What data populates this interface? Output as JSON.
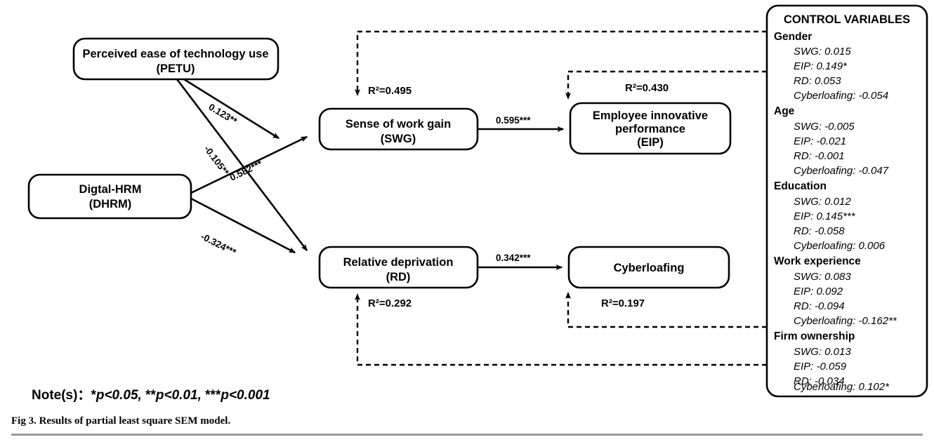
{
  "figure": {
    "caption": "Fig 3.  Results of partial least square SEM model.",
    "note_label": "Note(s)：",
    "note_sig1_stars": "*",
    "note_sig1_text": "p<0.05, ",
    "note_sig2_stars": "**",
    "note_sig2_text": "p<0.01, ",
    "note_sig3_stars": "***",
    "note_sig3_text": "p<0.001"
  },
  "nodes": {
    "petu": {
      "line1": "Perceived ease of technology use",
      "line2": "(PETU)"
    },
    "dhrm": {
      "line1": "Digtal-HRM",
      "line2": "(DHRM)"
    },
    "swg": {
      "line1": "Sense of work gain",
      "line2": "(SWG)",
      "r2": "R²=0.495"
    },
    "eip": {
      "line1": "Employee innovative",
      "line2": "performance",
      "line3": "(EIP)",
      "r2": "R²=0.430"
    },
    "rd": {
      "line1": "Relative deprivation",
      "line2": "(RD)",
      "r2": "R²=0.292"
    },
    "cyberloafing": {
      "line1": "Cyberloafing",
      "r2": "R²=0.197"
    }
  },
  "paths": {
    "petu_to_swg": "0.123**",
    "petu_to_rd": "-0.105**",
    "dhrm_to_swg": "0.582***",
    "dhrm_to_rd": "-0.324***",
    "swg_to_eip": "0.595***",
    "rd_to_cyberloafing": "0.342***"
  },
  "control_variables": {
    "title": "CONTROL VARIABLES",
    "groups": [
      {
        "name": "Gender",
        "items": [
          "SWG: 0.015",
          "EIP: 0.149*",
          "RD: 0.053",
          "Cyberloafing: -0.054"
        ]
      },
      {
        "name": "Age",
        "items": [
          "SWG: -0.005",
          "EIP: -0.021",
          "RD: -0.001",
          "Cyberloafing: -0.047"
        ]
      },
      {
        "name": "Education",
        "items": [
          "SWG: 0.012",
          "EIP: 0.145***",
          "RD: -0.058",
          "Cyberloafing: 0.006"
        ]
      },
      {
        "name": "Work experience",
        "items": [
          "SWG: 0.083",
          "EIP: 0.092",
          "RD: -0.094",
          "Cyberloafing: -0.162**"
        ]
      },
      {
        "name": "Firm ownership",
        "items": [
          "SWG: 0.013",
          "EIP: -0.059",
          "RD: -0.034",
          "Cyberloafing: 0.102*"
        ]
      }
    ]
  },
  "colors": {
    "stroke": "#000000",
    "background": "#ffffff",
    "footer_rule": "#9a9a9a"
  }
}
